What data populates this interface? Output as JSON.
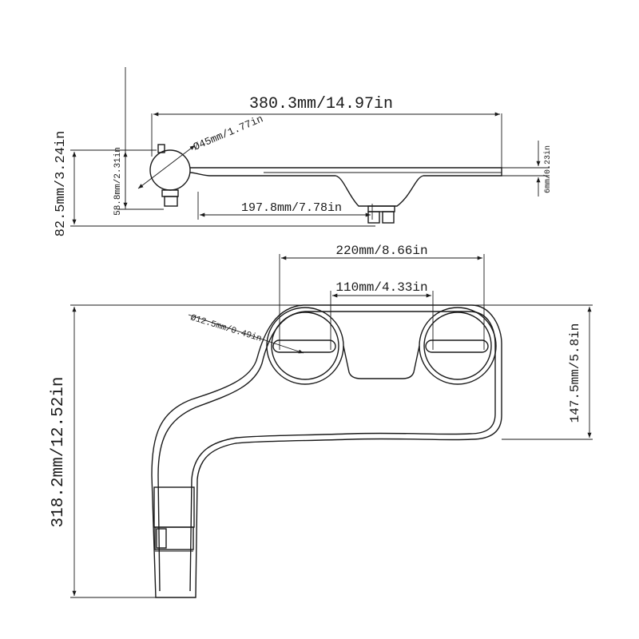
{
  "dimensions": {
    "side_length": "380.3mm/14.97in",
    "knob_diameter": "Ø45mm/1.77in",
    "thickness": "6mm/0.23in",
    "knob_height": "58.8mm/2.31in",
    "total_height_side": "82.5mm/3.24in",
    "nozzle_offset": "197.8mm/7.78in",
    "bolt_spacing_outer": "220mm/8.66in",
    "bolt_spacing_inner": "110mm/4.33in",
    "slot_diameter": "Ø12.5mm/0.49in",
    "plate_depth": "147.5mm/5.8in",
    "total_length_top": "318.2mm/12.52in"
  }
}
